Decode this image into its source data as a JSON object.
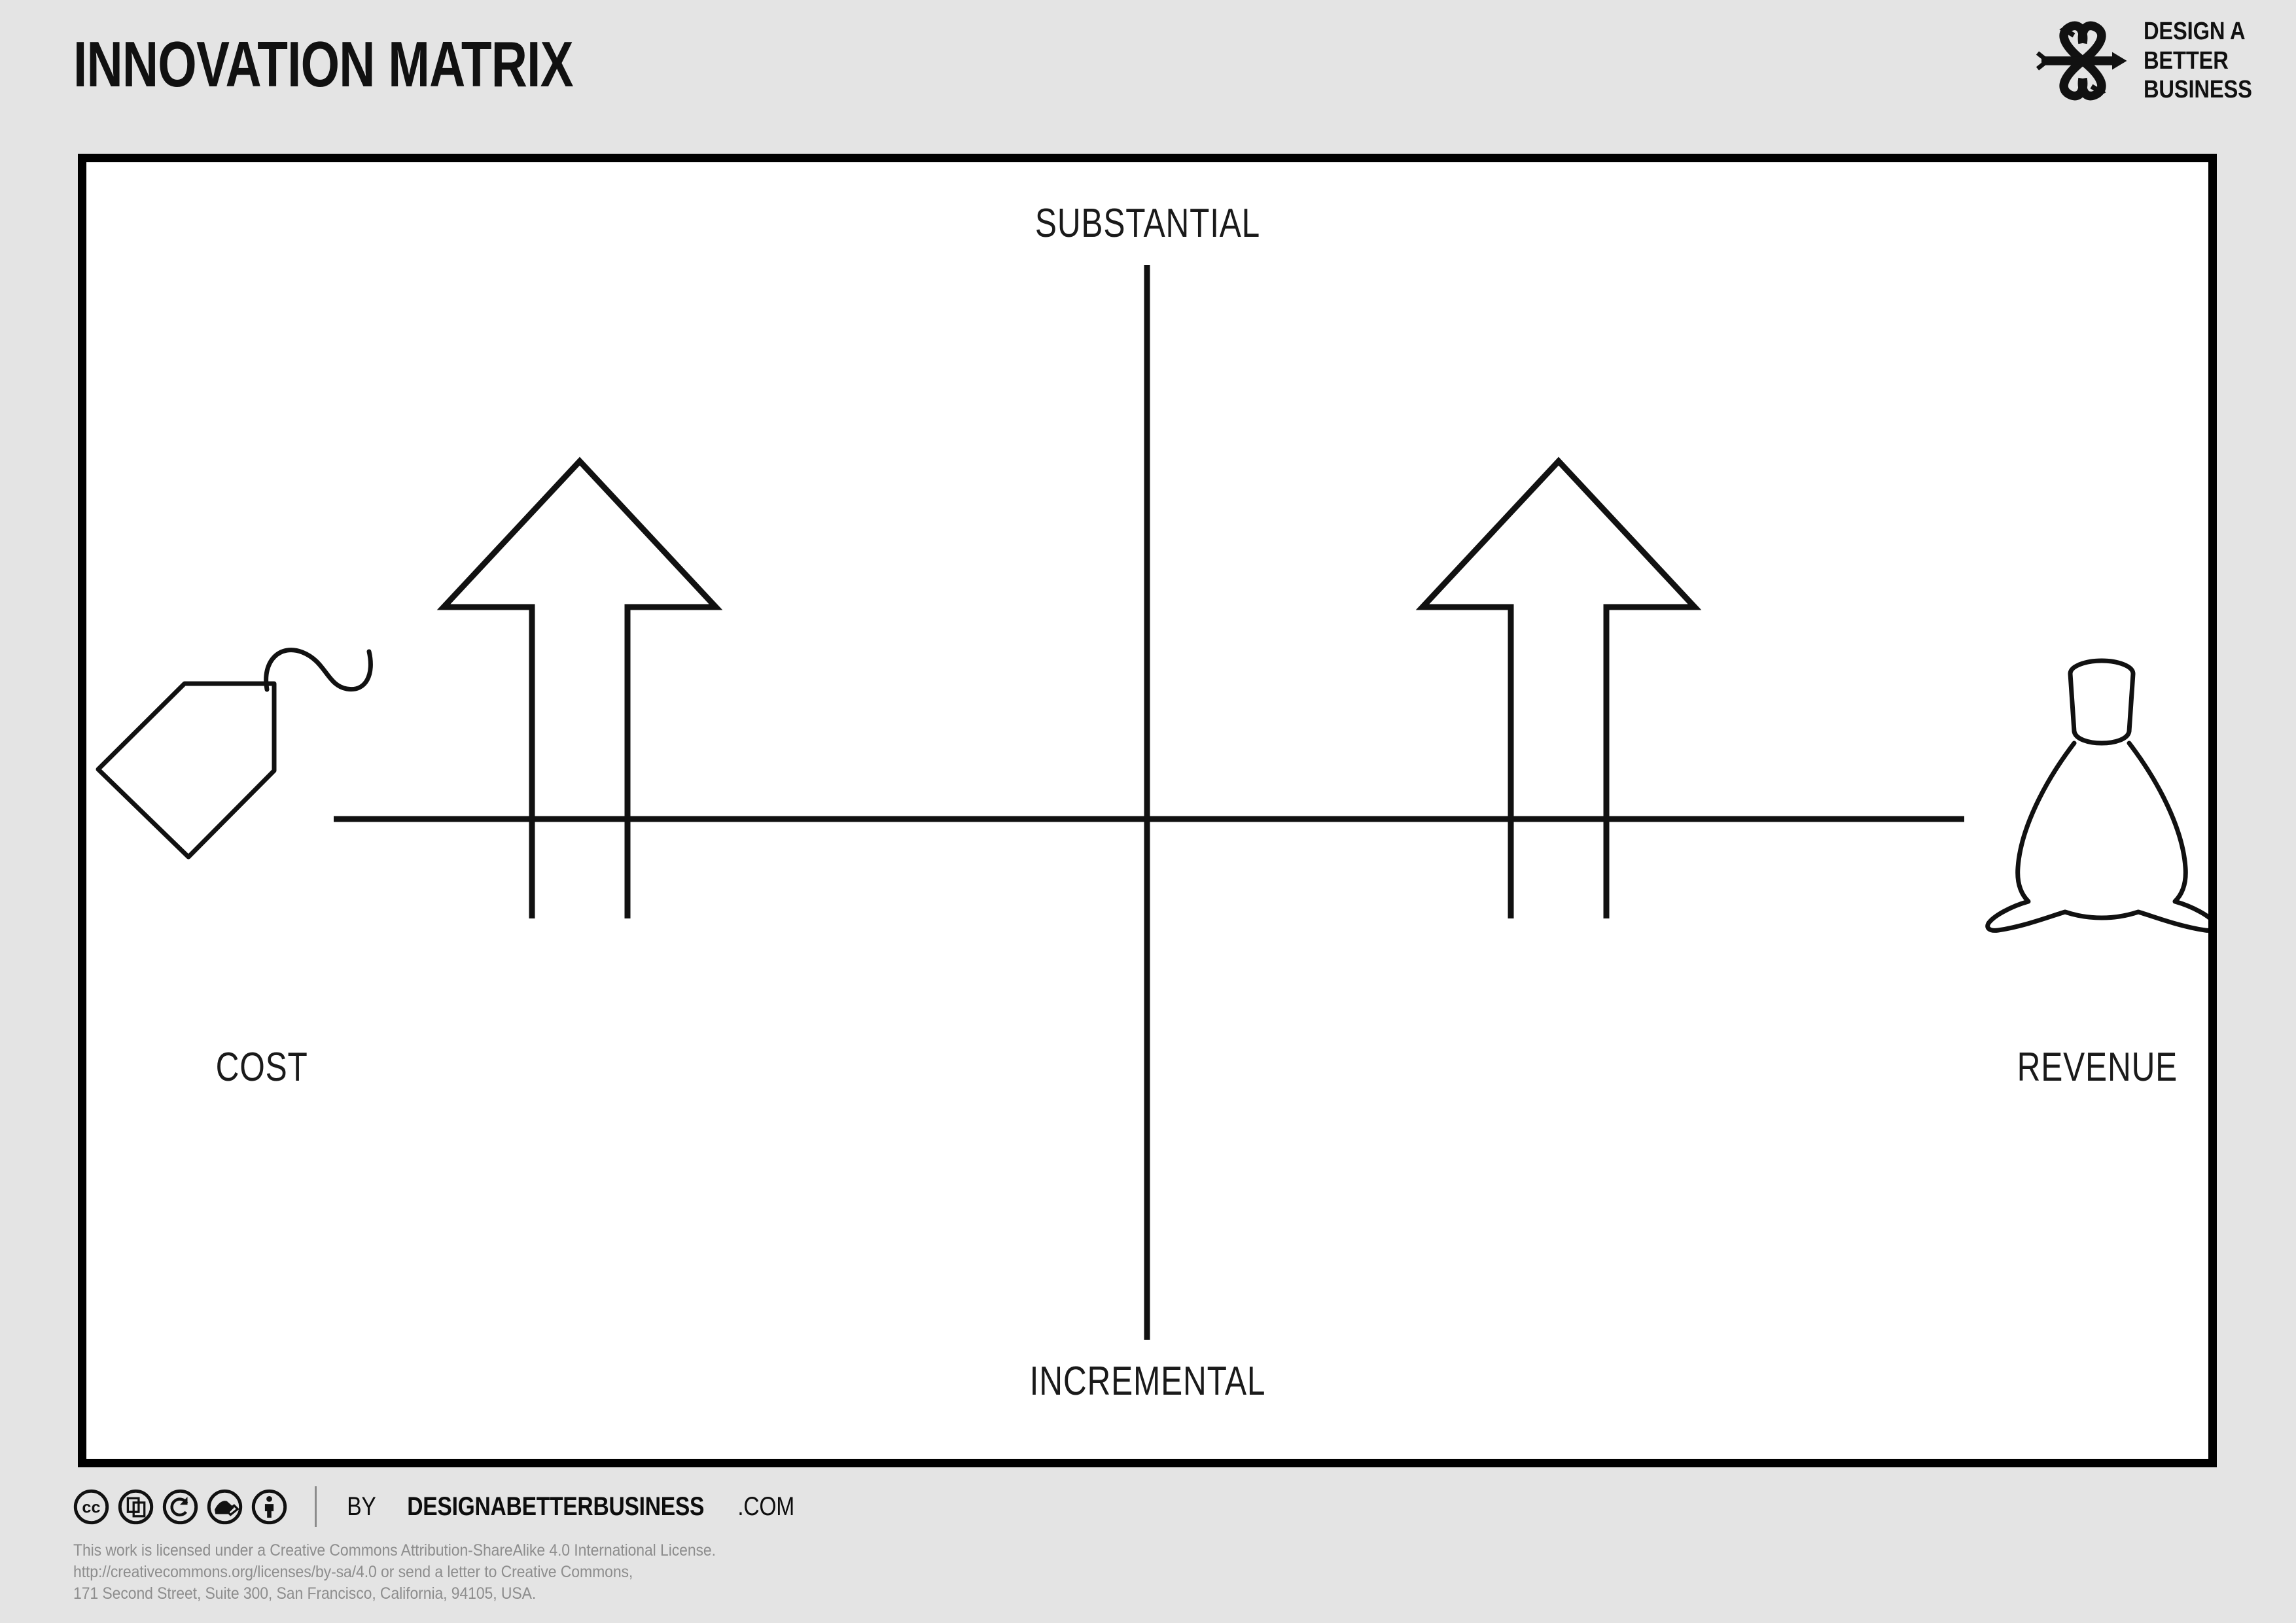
{
  "header": {
    "title": "INNOVATION MATRIX",
    "logo": {
      "mark_name": "infinity-arrow-logo",
      "line1": "DESIGN A",
      "line2": "BETTER",
      "line3": "BUSINESS"
    }
  },
  "matrix": {
    "axes": {
      "y_top_label": "SUBSTANTIAL",
      "y_bottom_label": "INCREMENTAL",
      "x_left_label": "COST",
      "x_right_label": "REVENUE"
    },
    "icons": {
      "left": "price-tag-icon",
      "right": "money-bag-icon",
      "quadrant_left": "up-arrow-outline-icon",
      "quadrant_right": "up-arrow-outline-icon"
    }
  },
  "footer": {
    "cc_badges": [
      "creative-commons-icon",
      "share-copy-icon",
      "share-alike-icon",
      "remix-icon",
      "attribution-icon"
    ],
    "credit_prefix": "BY ",
    "credit_brand": "DESIGNABETTERBUSINESS",
    "credit_suffix": ".COM",
    "license_line1": "This work is licensed under a Creative Commons Attribution-ShareAlike 4.0 International License.",
    "license_line2": "http://creativecommons.org/licenses/by-sa/4.0 or send a letter to Creative Commons,",
    "license_line3": "171 Second Street, Suite 300, San Francisco, California, 94105, USA."
  },
  "colors": {
    "background": "#e4e4e4",
    "frame": "#000000",
    "paper": "#ffffff",
    "ink": "#111111",
    "muted": "#8d8d8d"
  }
}
